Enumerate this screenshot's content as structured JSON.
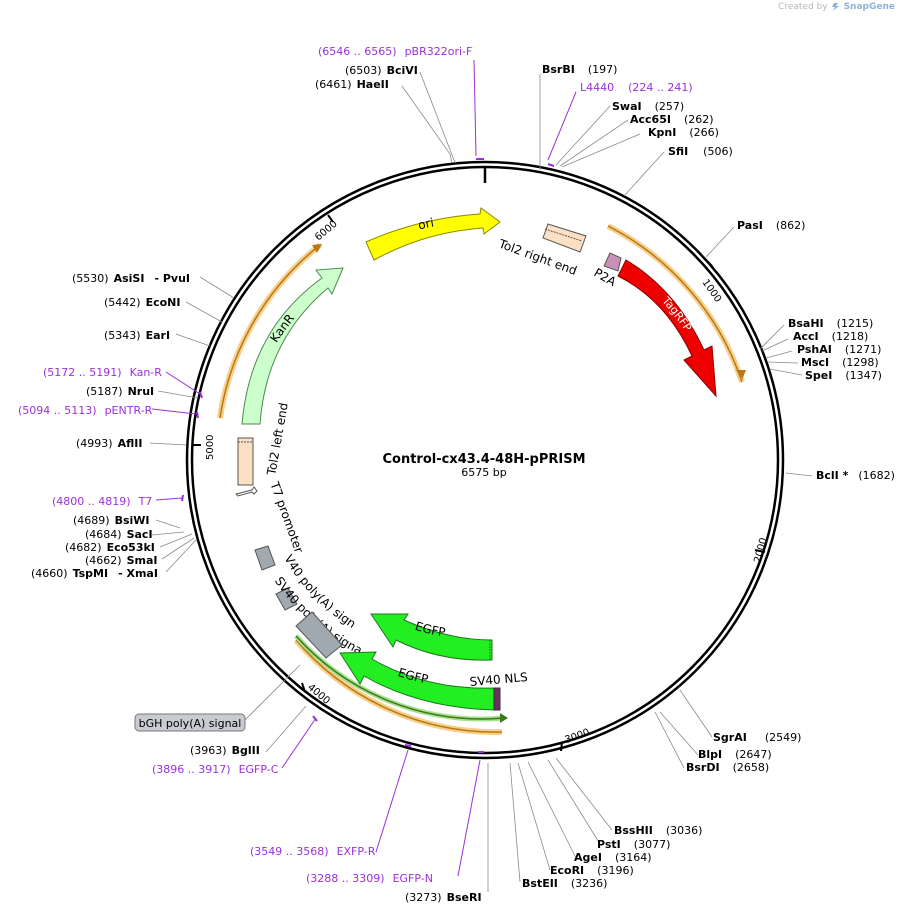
{
  "watermark": {
    "prefix": "Created by",
    "brand": "SnapGene"
  },
  "map": {
    "name": "Control-cx43.4-48H-pPRISM",
    "length_label": "6575 bp",
    "ticks": [
      "1000",
      "2000",
      "3000",
      "4000",
      "5000",
      "6000"
    ]
  },
  "features": {
    "ori": "ori",
    "tol2_right": "Tol2 right end",
    "p2a": "P2A",
    "tagrfp": "TagRFP",
    "kanr": "KanR",
    "tol2_left": "Tol2 left end",
    "t7_promoter": "T7 promoter",
    "sv40_polya_1": "SV40 poly(A) signal",
    "sv40_polya_2": "SV40 poly(A) signal",
    "egfp_1": "EGFP",
    "egfp_2": "EGFP",
    "sv40_nls": "SV40 NLS",
    "bgh_polya": "bGH poly(A) signal"
  },
  "sites": [
    {
      "id": "bcivi",
      "pos": "(6503)",
      "name": "BciVI"
    },
    {
      "id": "haeii",
      "pos": "(6461)",
      "name": "HaeII"
    },
    {
      "id": "bsrbi",
      "name": "BsrBI",
      "pos": "(197)"
    },
    {
      "id": "swai",
      "name": "SwaI",
      "pos": "(257)"
    },
    {
      "id": "acc65i",
      "name": "Acc65I",
      "pos": "(262)"
    },
    {
      "id": "kpni",
      "name": "KpnI",
      "pos": "(266)"
    },
    {
      "id": "sfii",
      "name": "SfiI",
      "pos": "(506)"
    },
    {
      "id": "pasi",
      "name": "PasI",
      "pos": "(862)"
    },
    {
      "id": "bsahi",
      "name": "BsaHI",
      "pos": "(1215)"
    },
    {
      "id": "acci",
      "name": "AccI",
      "pos": "(1218)"
    },
    {
      "id": "pshai",
      "name": "PshAI",
      "pos": "(1271)"
    },
    {
      "id": "msci",
      "name": "MscI",
      "pos": "(1298)"
    },
    {
      "id": "spei",
      "name": "SpeI",
      "pos": "(1347)"
    },
    {
      "id": "bcli",
      "name": "BclI *",
      "pos": "(1682)"
    },
    {
      "id": "sgrai",
      "name": "SgrAI",
      "pos": "(2549)"
    },
    {
      "id": "blpi",
      "name": "BlpI",
      "pos": "(2647)"
    },
    {
      "id": "bsrdi",
      "name": "BsrDI",
      "pos": "(2658)"
    },
    {
      "id": "bsshii",
      "name": "BssHII",
      "pos": "(3036)"
    },
    {
      "id": "psti",
      "name": "PstI",
      "pos": "(3077)"
    },
    {
      "id": "agei",
      "name": "AgeI",
      "pos": "(3164)"
    },
    {
      "id": "ecori",
      "name": "EcoRI",
      "pos": "(3196)"
    },
    {
      "id": "bsteii",
      "name": "BstEII",
      "pos": "(3236)"
    },
    {
      "id": "bseri",
      "pos": "(3273)",
      "name": "BseRI"
    },
    {
      "id": "bglii",
      "pos": "(3963)",
      "name": "BglII"
    },
    {
      "id": "asisi",
      "pos": "(5530)",
      "name": "AsiSI",
      "extra": "- PvuI"
    },
    {
      "id": "econi",
      "pos": "(5442)",
      "name": "EcoNI"
    },
    {
      "id": "eari",
      "pos": "(5343)",
      "name": "EarI"
    },
    {
      "id": "nrui",
      "pos": "(5187)",
      "name": "NruI"
    },
    {
      "id": "aflii",
      "pos": "(4993)",
      "name": "AflII"
    },
    {
      "id": "bsiwi",
      "pos": "(4689)",
      "name": "BsiWI"
    },
    {
      "id": "saci",
      "pos": "(4684)",
      "name": "SacI"
    },
    {
      "id": "eco53ki",
      "pos": "(4682)",
      "name": "Eco53kI"
    },
    {
      "id": "smai",
      "pos": "(4662)",
      "name": "SmaI"
    },
    {
      "id": "tspmi",
      "pos": "(4660)",
      "name": "TspMI",
      "extra": "- XmaI"
    }
  ],
  "primers": [
    {
      "id": "pbr322ori",
      "range": "(6546 .. 6565)",
      "name": "pBR322ori-F"
    },
    {
      "id": "l4440",
      "name": "L4440",
      "range": "(224 .. 241)"
    },
    {
      "id": "kanr",
      "range": "(5172 .. 5191)",
      "name": "Kan-R"
    },
    {
      "id": "pentr",
      "range": "(5094 .. 5113)",
      "name": "pENTR-R"
    },
    {
      "id": "t7",
      "range": "(4800 .. 4819)",
      "name": "T7"
    },
    {
      "id": "egfpc",
      "range": "(3896 .. 3917)",
      "name": "EGFP-C"
    },
    {
      "id": "exfpr",
      "range": "(3549 .. 3568)",
      "name": "EXFP-R"
    },
    {
      "id": "egfpn",
      "range": "(3288 .. 3309)",
      "name": "EGFP-N"
    }
  ],
  "colors": {
    "backbone": "#000000",
    "ori": "#ffff00",
    "tagrfp": "#ee0000",
    "egfp": "#22ee22",
    "kanr": "#ccffcc",
    "tol2": "#fde0c4",
    "p2a": "#c890b8",
    "polya": "#a0a8b0",
    "orf_orange": "#f0a830",
    "primer": "#9b30d9",
    "t7": "#ffffff",
    "nls": "#6a3060"
  },
  "icons": {
    "watermark": "snapgene-logo-icon"
  }
}
